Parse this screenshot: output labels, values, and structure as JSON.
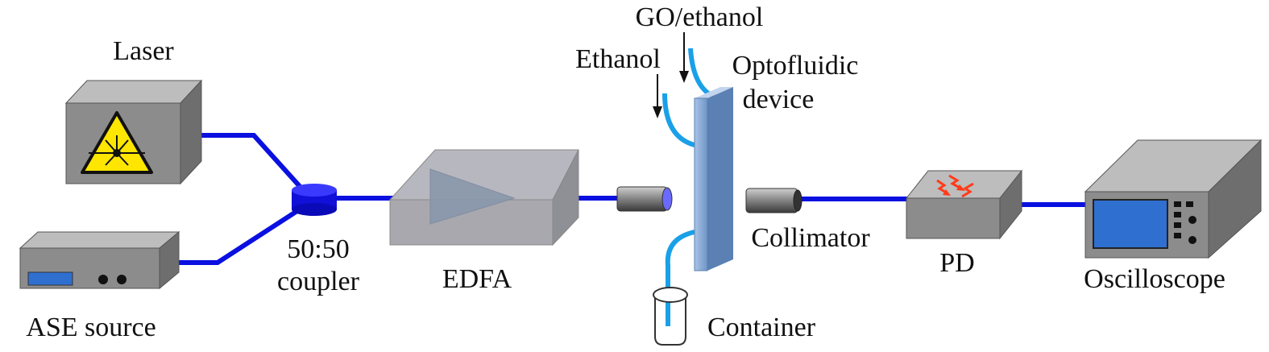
{
  "labels": {
    "laser": "Laser",
    "ase_source": "ASE source",
    "coupler_line1": "50:50",
    "coupler_line2": "coupler",
    "edfa": "EDFA",
    "go_ethanol": "GO/ethanol",
    "ethanol": "Ethanol",
    "optofluidic_line1": "Optofluidic",
    "optofluidic_line2": "device",
    "collimator": "Collimator",
    "container": "Container",
    "pd": "PD",
    "oscilloscope": "Oscilloscope"
  },
  "colors": {
    "fiber": "#0a10e0",
    "tube": "#1aa0e8",
    "box_front": "#8c8c8c",
    "box_top": "#bdbdbd",
    "box_side": "#6e6e6e",
    "screen": "#2f6fd0",
    "photon": "#ff3b1a",
    "device_glass": "#7fa6d6",
    "warning": "#ffe600"
  }
}
